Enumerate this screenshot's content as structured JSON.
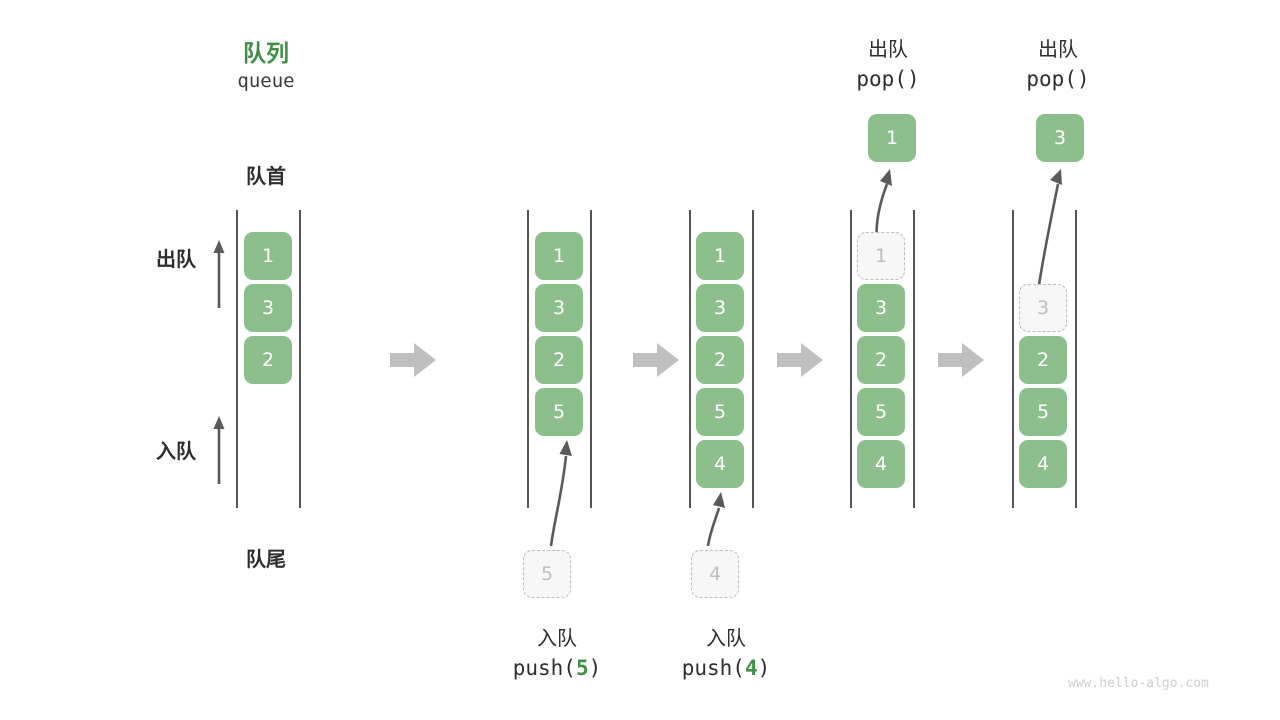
{
  "diagram": {
    "title_cn": "队列",
    "title_en": "queue",
    "front_label": "队首",
    "rear_label": "队尾",
    "dequeue_label": "出队",
    "enqueue_label": "入队",
    "watermark": "www.hello-algo.com",
    "colors": {
      "cell_fill": "#8cbf8c",
      "cell_text": "#ffffff",
      "ghost_fill": "#f7f7f7",
      "ghost_border": "#bdbdbd",
      "ghost_text": "#bdbdbd",
      "accent_green": "#3f8f45",
      "rail": "#555555",
      "arrow_gray": "#bfbfbf",
      "thin_arrow": "#5a5a5a",
      "text_dark": "#2e2e2e",
      "watermark": "#cfcfcf"
    }
  },
  "steps": [
    {
      "id": "initial",
      "cells": [
        "1",
        "3",
        "2"
      ],
      "ghost_index": null,
      "caption_cn": "",
      "caption_code": ""
    },
    {
      "id": "push-5",
      "cells": [
        "1",
        "3",
        "2",
        "5"
      ],
      "ghost_index": null,
      "caption_cn": "入队",
      "caption_code_pre": "push(",
      "caption_code_num": "5",
      "caption_code_post": ")",
      "incoming_value": "5"
    },
    {
      "id": "push-4",
      "cells": [
        "1",
        "3",
        "2",
        "5",
        "4"
      ],
      "ghost_index": null,
      "caption_cn": "入队",
      "caption_code_pre": "push(",
      "caption_code_num": "4",
      "caption_code_post": ")",
      "incoming_value": "4"
    },
    {
      "id": "pop-1",
      "cells": [
        "1",
        "3",
        "2",
        "5",
        "4"
      ],
      "ghost_index": 0,
      "header_cn": "出队",
      "header_code": "pop()",
      "popped_value": "1"
    },
    {
      "id": "pop-3",
      "cells": [
        "3",
        "2",
        "5",
        "4"
      ],
      "ghost_index": 0,
      "header_cn": "出队",
      "header_code": "pop()",
      "popped_value": "3"
    }
  ],
  "separators": [
    "arrow-right-icon",
    "arrow-right-icon",
    "arrow-right-icon",
    "arrow-right-icon"
  ]
}
